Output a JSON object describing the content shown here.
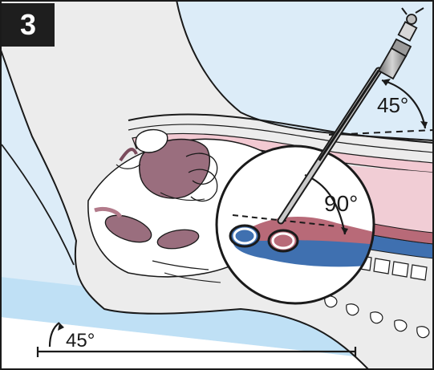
{
  "step_number": "3",
  "angles": {
    "needle_to_table": "45°",
    "needle_to_vessel": "90°",
    "table_tilt": "45°"
  },
  "colors": {
    "background_sky": "#dcecf8",
    "table_blue": "#bfe0f5",
    "skin": "#ececec",
    "vessel_red": "#b86a78",
    "vessel_blue": "#3f70b0",
    "organ_mauve": "#9a6e7e",
    "tissue_pink": "#f2c9d2",
    "outline": "#1a1a1a"
  }
}
